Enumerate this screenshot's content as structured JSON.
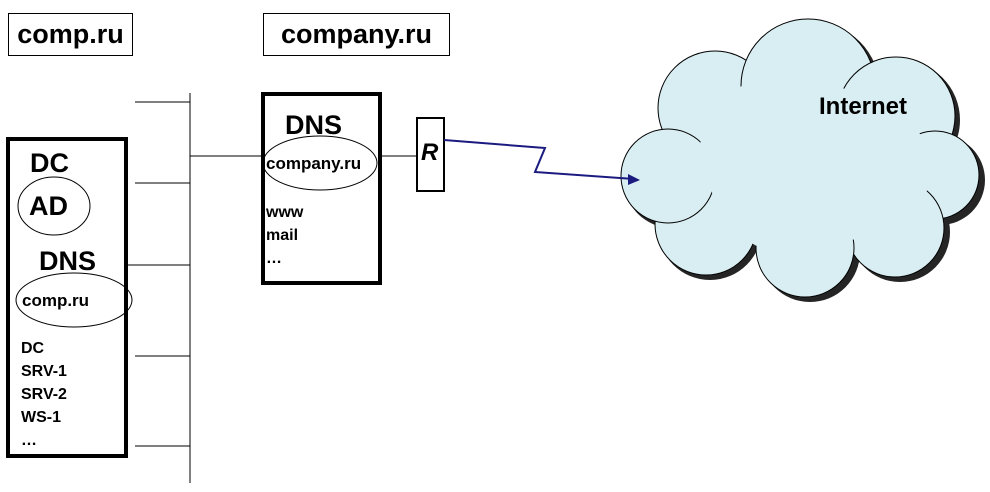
{
  "domains": {
    "left": "comp.ru",
    "right": "company.ru"
  },
  "dc_box": {
    "title": "DC",
    "ad_label": "AD",
    "dns_title": "DNS",
    "zone": "comp.ru",
    "records": [
      "DC",
      "SRV-1",
      "SRV-2",
      "WS-1",
      "…"
    ]
  },
  "dns_box": {
    "title": "DNS",
    "zone": "company.ru",
    "records": [
      "www",
      "mail",
      "…"
    ]
  },
  "router": {
    "label": "R"
  },
  "cloud": {
    "label": "Internet",
    "fill": "#d9eef2"
  },
  "colors": {
    "link": "#1a1a80"
  }
}
